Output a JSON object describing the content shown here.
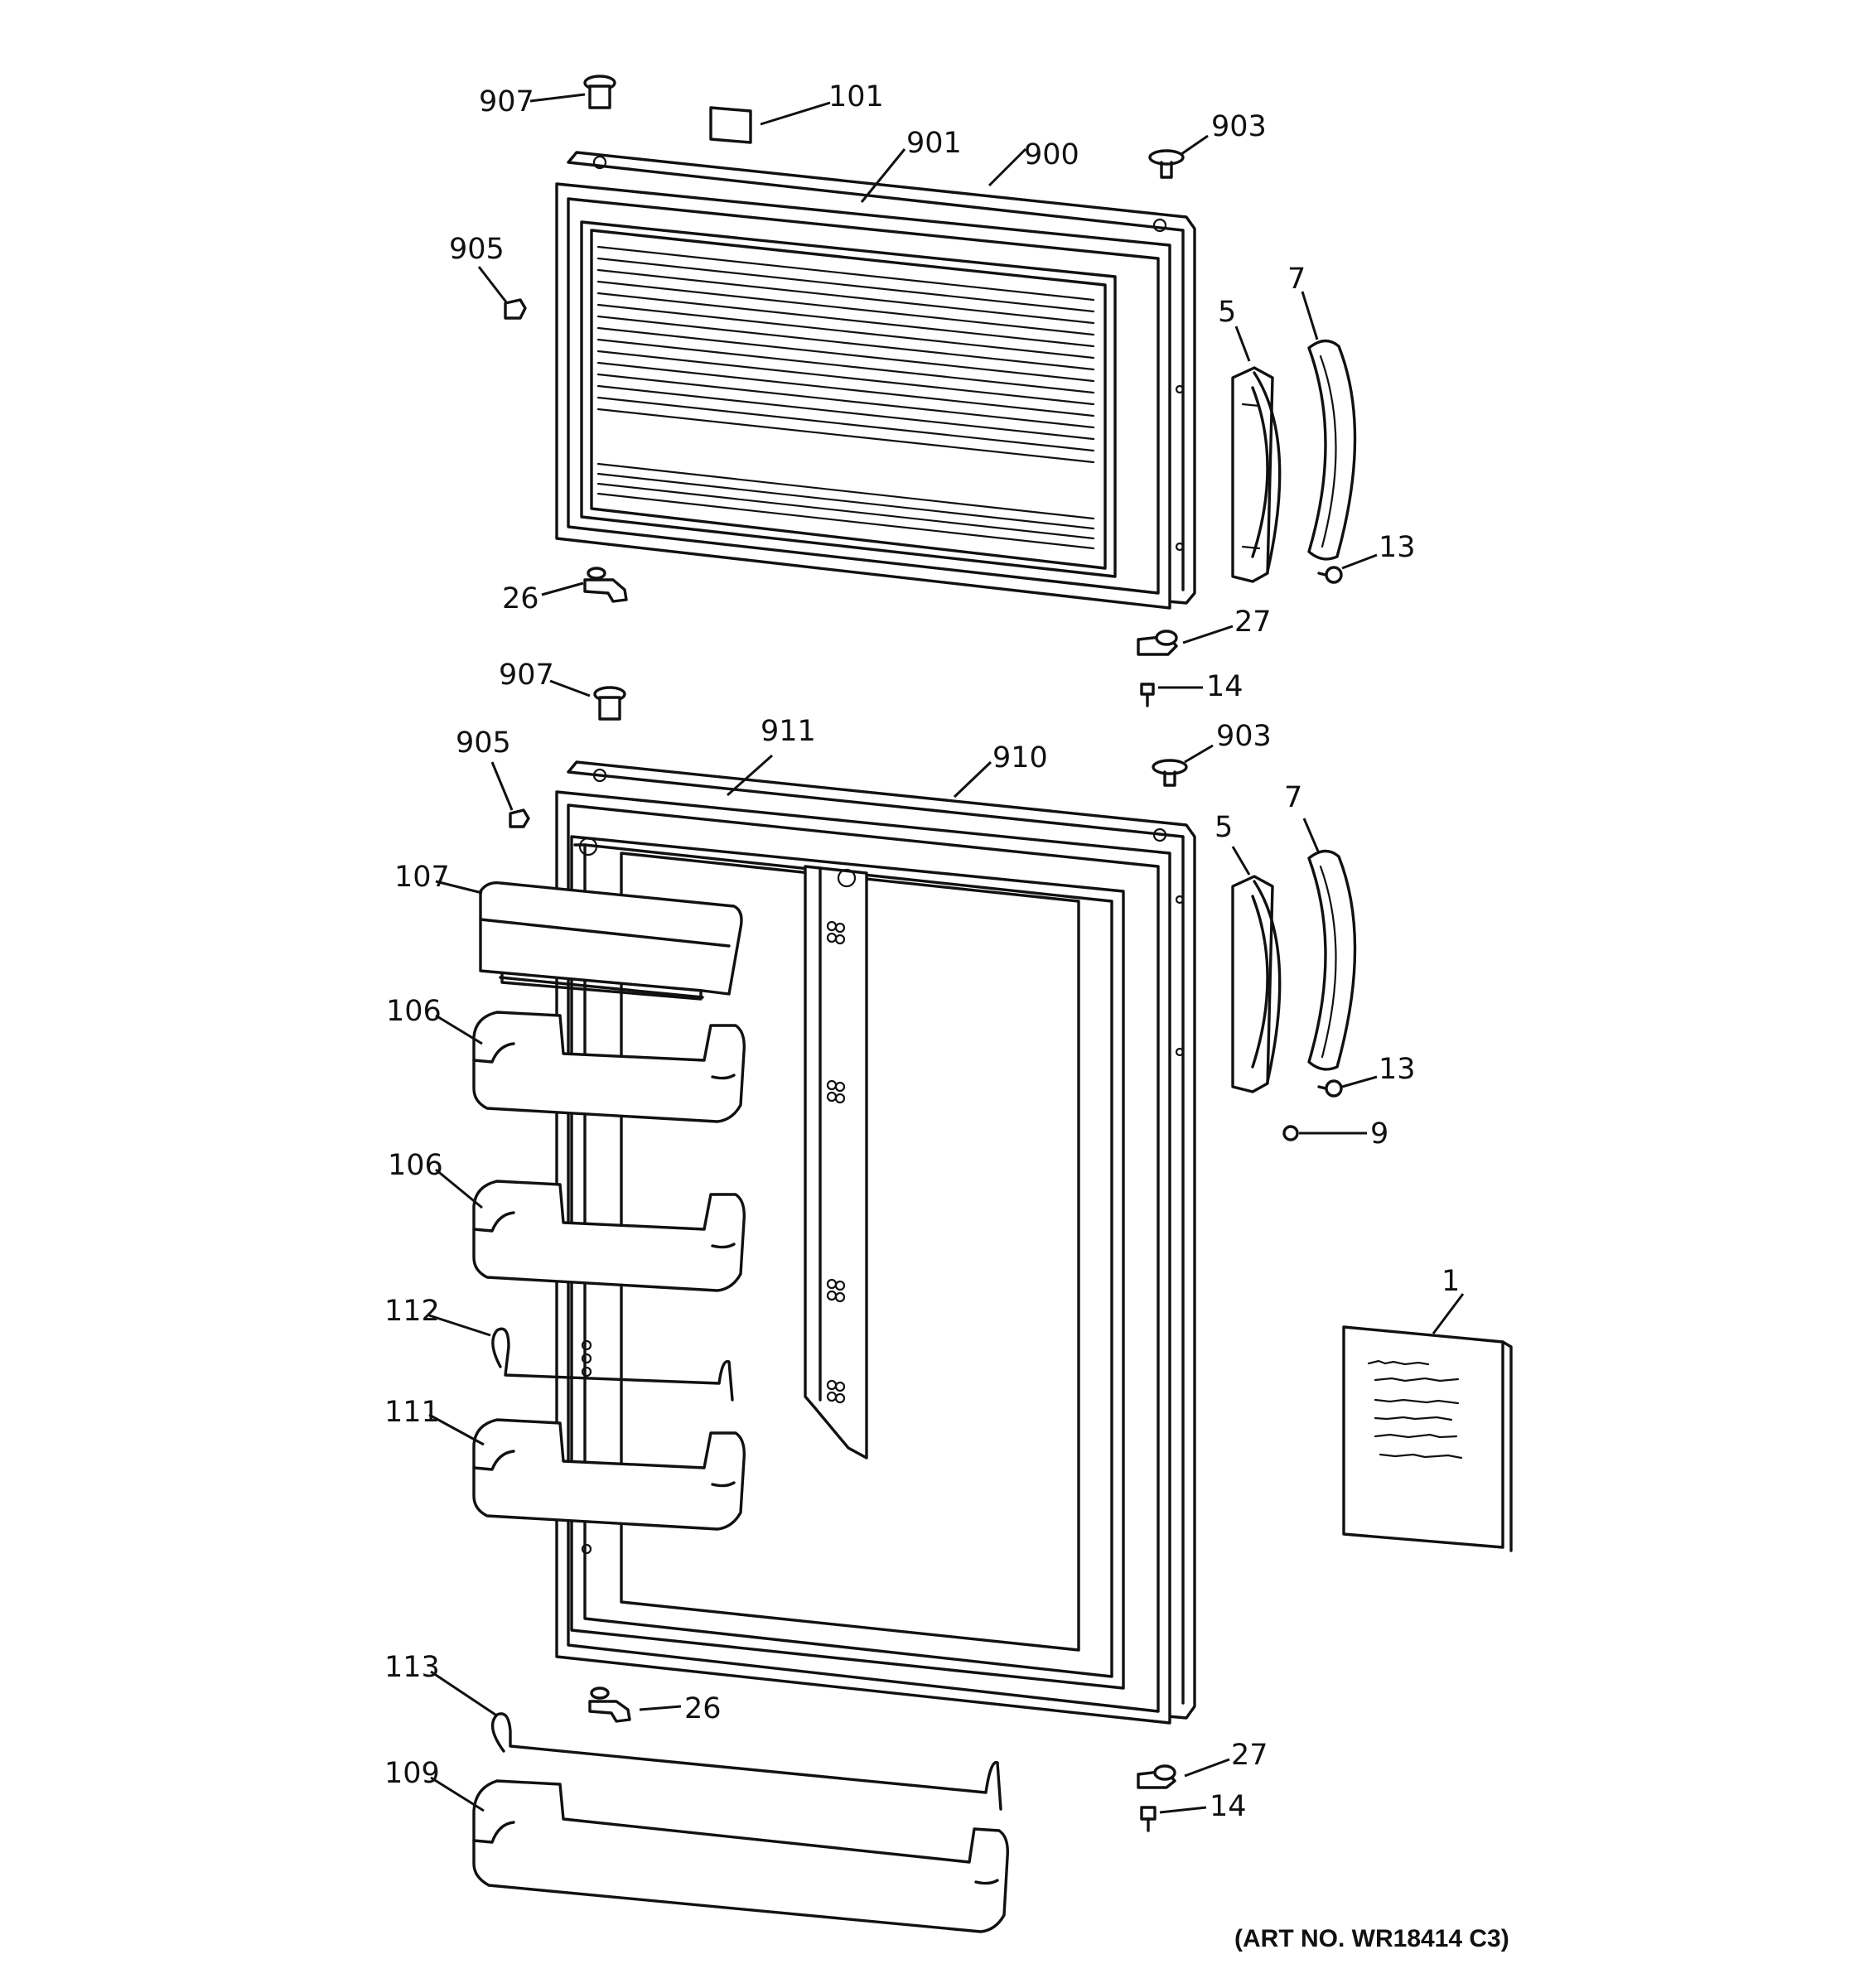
{
  "art_number": "(ART NO. WR18414 C3)",
  "callouts": {
    "c907a": "907",
    "c101": "101",
    "c901": "901",
    "c900": "900",
    "c903a": "903",
    "c905a": "905",
    "c5a": "5",
    "c7a": "7",
    "c13a": "13",
    "c26a": "26",
    "c27a": "27",
    "c14a": "14",
    "c907b": "907",
    "c911": "911",
    "c910": "910",
    "c903b": "903",
    "c905b": "905",
    "c5b": "5",
    "c7b": "7",
    "c107": "107",
    "c106a": "106",
    "c13b": "13",
    "c9": "9",
    "c106b": "106",
    "c1": "1",
    "c112": "112",
    "c111": "111",
    "c113": "113",
    "c26b": "26",
    "c27b": "27",
    "c109": "109",
    "c14b": "14"
  }
}
